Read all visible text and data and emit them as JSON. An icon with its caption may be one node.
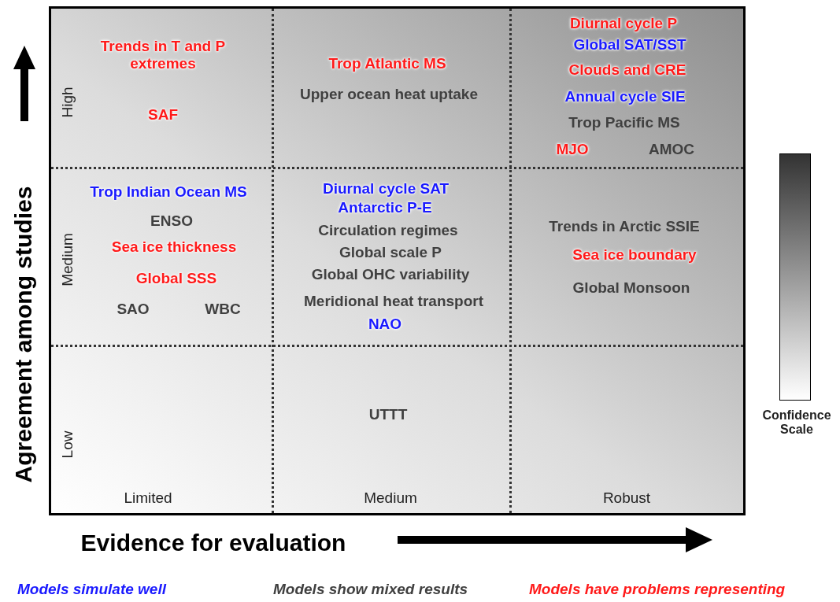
{
  "diagram": {
    "labels": [
      "Trends in T and P extremes",
      "SAF",
      "Trop Atlantic MS",
      "Upper ocean heat uptake",
      "Diurnal cycle P",
      "Global SAT/SST",
      "Clouds and CRE",
      "Annual cycle SIE",
      "Trop Pacific MS",
      "MJO",
      "AMOC",
      "Trop Indian Ocean MS",
      "ENSO",
      "Sea ice thickness",
      "Global SSS",
      "SAO",
      "WBC",
      "Diurnal cycle SAT",
      "Antarctic P-E",
      "Circulation regimes",
      "Global scale P",
      "Global OHC variability",
      "Meridional heat transport",
      "NAO",
      "Trends in Arctic SSIE",
      "Sea ice boundary",
      "Global Monsoon",
      "UTTT",
      "High",
      "Medium",
      "Low",
      "Limited",
      "Medium",
      "Robust",
      "Agreement among studies",
      "Evidence for evaluation"
    ],
    "nodes": [
      {
        "text": [],
        "shape": "bar",
        "beside": [
          "Confidence Scale"
        ]
      }
    ],
    "legend": [
      {
        "text": "Models simulate well",
        "color": "#1a1aff"
      },
      {
        "text": "Models show mixed results",
        "color": "#404040"
      },
      {
        "text": "Models have problems representing",
        "color": "#ff1a1a"
      }
    ]
  }
}
